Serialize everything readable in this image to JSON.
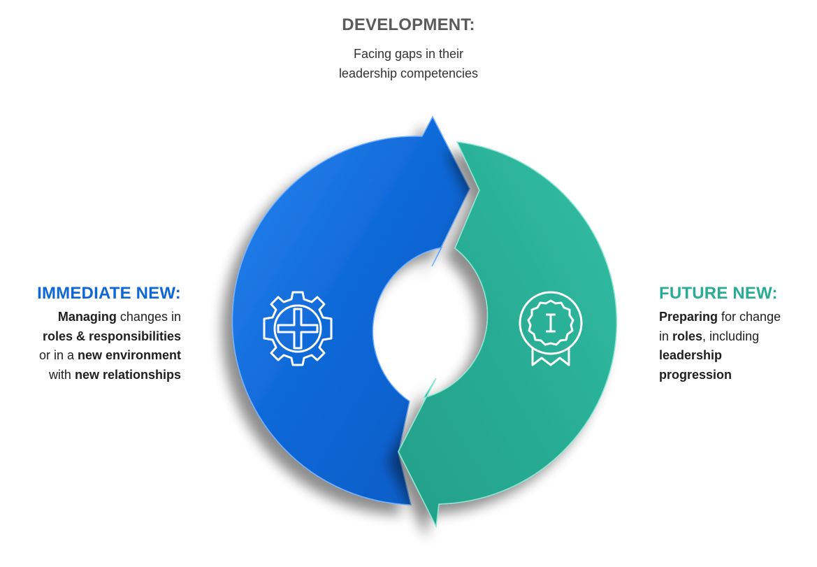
{
  "colors": {
    "blue": "#0d67d6",
    "teal": "#28ad94",
    "heading_gray": "#5a5a5a"
  },
  "development": {
    "heading": "DEVELOPMENT:",
    "line1": "Facing gaps in their",
    "line2": "leadership competencies"
  },
  "immediate": {
    "heading": "IMMEDIATE NEW:",
    "l1_bold": "Managing",
    "l1_rest": " changes in",
    "l2_bold": "roles & responsibilities",
    "l3_pre": "or in a ",
    "l3_bold": "new environment",
    "l4_pre": "with ",
    "l4_bold": "new relationships"
  },
  "future": {
    "heading": "FUTURE NEW:",
    "l1_bold": "Preparing",
    "l1_rest": " for change",
    "l2_pre": "in ",
    "l2_bold": "roles",
    "l2_rest": ", including",
    "l3_bold": "leadership",
    "l4_bold": "progression"
  },
  "icons": {
    "left": "gear-icon",
    "right": "award-ribbon-icon"
  }
}
